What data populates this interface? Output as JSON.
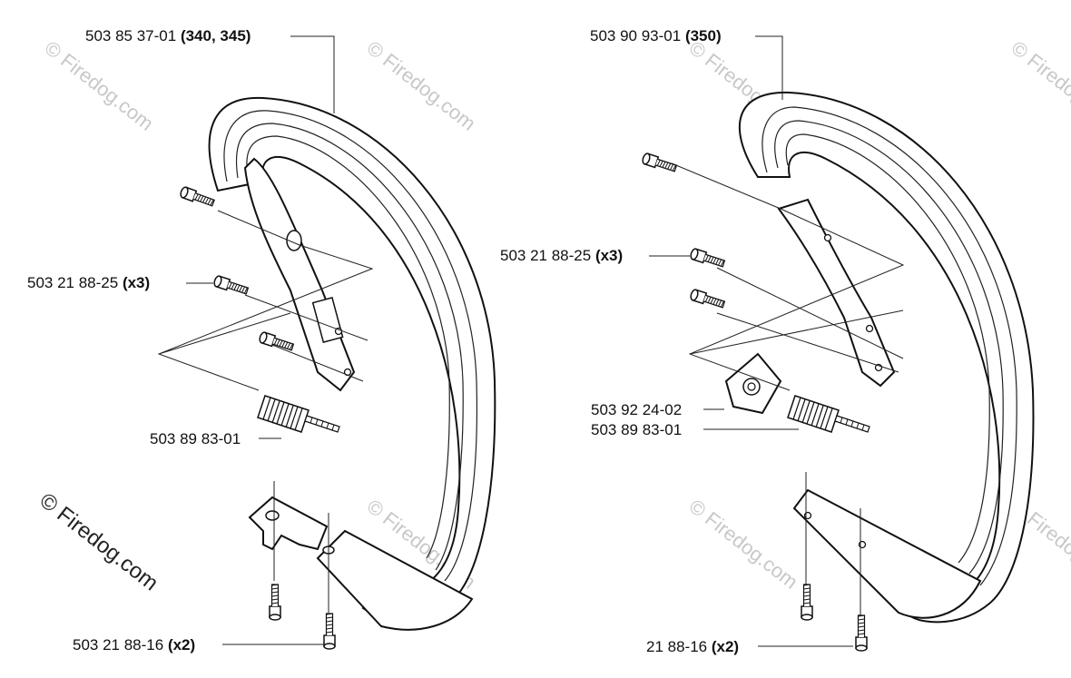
{
  "left": {
    "handle_part": "503 85 37-01",
    "handle_models": "(340, 345)",
    "screw_part": "503 21 88-25",
    "screw_qty": "(x3)",
    "buffer_part": "503 89 83-01",
    "bottom_screw_part": "503 21 88-16",
    "bottom_screw_qty": "(x2)"
  },
  "right": {
    "handle_part": "503 90 93-01",
    "handle_models": "(350)",
    "screw_part": "503 21 88-25",
    "screw_qty": "(x3)",
    "bracket_part": "503 92 24-02",
    "buffer_part": "503 89 83-01",
    "bottom_screw_part": "21 88-16",
    "bottom_screw_qty": "(x2)"
  },
  "watermark": "© Firedog.com",
  "icons": [
    "handle-bar-icon",
    "screw-icon",
    "vibration-spring-icon",
    "bracket-icon"
  ]
}
